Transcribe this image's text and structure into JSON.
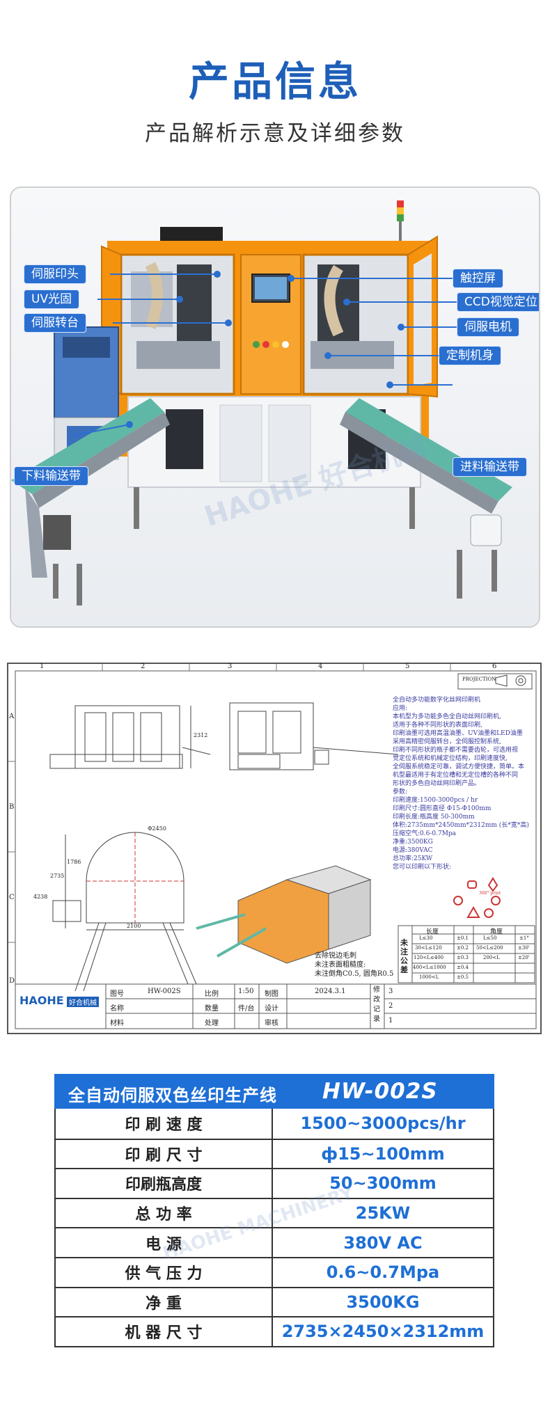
{
  "header": {
    "title": "产品信息",
    "subtitle": "产品解析示意及详细参数"
  },
  "photo": {
    "callouts": {
      "servo_print_head": "伺服印头",
      "uv_curing": "UV光固",
      "servo_turntable": "伺服转台",
      "discharge_conveyor": "下料输送带",
      "touch_screen": "触控屏",
      "ccd_positioning": "CCD视觉定位",
      "servo_motor": "伺服电机",
      "custom_body": "定制机身",
      "feed_conveyor": "进料输送带"
    },
    "watermark": "HAOHE 好合机械",
    "watermark_sub": "HAOHE MACHINERY"
  },
  "drawing": {
    "col_numbers": [
      "1",
      "2",
      "3",
      "4",
      "5",
      "6"
    ],
    "row_letters": [
      "A",
      "B",
      "C",
      "D"
    ],
    "projection": "PROJECTION",
    "dims": {
      "height": "2312",
      "width": "2100",
      "depth1": "2735",
      "depth2": "1786",
      "depth3": "4238",
      "radius": "Φ2450"
    },
    "spec_lines": [
      "全自动多功能数字化丝网印刷机",
      "应用:",
      "本机型为多功能多色全自动丝网印刷机,",
      "适用于各种不同形状的表面印刷,",
      "印刷油墨可选用高温油墨、UV油墨和LED油墨",
      "采用高精密伺服转台，全伺服控制系统,",
      "印刷不同形状的瓶子都不需要齿轮，可选用视",
      "觉定位系统和机械定位结构，印刷速度快,",
      "全伺服系统稳定可靠，调试方便快捷，简单。本",
      "机型最适用于有定位槽和无定位槽的各种不同",
      "形状的多色自动丝网印刷产品。",
      "参数:",
      "印刷速度:1500-3000pcs / hr",
      "印刷尺寸:圆形直径 Φ15-Φ100mm",
      "印刷长度:瓶高度 50-300mm",
      "体积:2735mm*2450mm*2312mm (长*宽*高)",
      "压缩空气:0.6-0.7Mpa",
      "净重:3500KG",
      "电源:380VAC",
      "总功率:25KW",
      "您可以印刷以下形状:"
    ],
    "print_label": "360° print",
    "notes": [
      "去除锐边毛刺",
      "未注表面粗糙度:",
      "未注倒角C0.5, 圆角R0.5"
    ],
    "tolerance": {
      "title": "未注公差",
      "col_length": "长度",
      "col_angle": "角度",
      "rows": [
        [
          "L≤30",
          "±0.1",
          "L≤50",
          "±1°"
        ],
        [
          "30<L≤120",
          "±0.2",
          "50<L≤200",
          "±30'"
        ],
        [
          "120<L≤400",
          "±0.3",
          "200<L",
          "±20'"
        ],
        [
          "400<L≤1000",
          "±0.4",
          "",
          ""
        ],
        [
          "1000<L",
          "±0.5",
          "",
          ""
        ]
      ]
    },
    "title_block": {
      "drawing_no_label": "图号",
      "drawing_no": "HW-002S",
      "scale_label": "比例",
      "scale": "1:50",
      "drawn_label": "制图",
      "date": "2024.3.1",
      "name_label": "名称",
      "qty_label": "数量",
      "qty_unit": "件/台",
      "design_label": "设计",
      "material_label": "材料",
      "process_label": "处理",
      "review_label": "审核",
      "revision_label": "修改记录",
      "revisions": [
        "3",
        "2",
        "1"
      ],
      "brand": "好合机械",
      "logo": "HAOHE"
    }
  },
  "spec": {
    "name": "全自动伺服双色丝印生产线",
    "model": "HW-002S",
    "rows": [
      {
        "label": "印 刷 速 度",
        "value": "1500~3000pcs/hr"
      },
      {
        "label": "印 刷 尺 寸",
        "value": "ф15~100mm"
      },
      {
        "label": "印刷瓶高度",
        "value": "50~300mm"
      },
      {
        "label": "总 功 率",
        "value": "25KW"
      },
      {
        "label": "电 源",
        "value": "380V AC"
      },
      {
        "label": "供 气 压 力",
        "value": "0.6~0.7Mpa"
      },
      {
        "label": "净 重",
        "value": "3500KG"
      },
      {
        "label": "机 器 尺 寸",
        "value": "2735×2450×2312mm"
      }
    ]
  },
  "colors": {
    "brand_blue": "#1e6fd6",
    "machine_orange": "#f5930f"
  }
}
